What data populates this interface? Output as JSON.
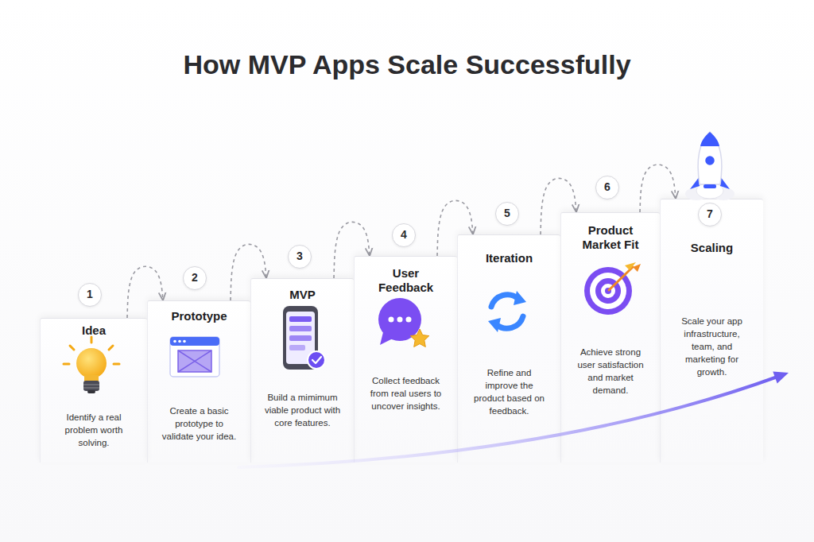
{
  "diagram": {
    "title": "How MVP Apps Scale Successfully",
    "nodes": [
      {
        "text": [
          "Idea",
          "Identify a real problem worth solving."
        ]
      },
      {
        "text": [
          "Prototype",
          "Create a basic prototype to validate your idea."
        ]
      },
      {
        "text": [
          "MVP",
          "Build a mimimum viable product with core features."
        ]
      },
      {
        "text": [
          "User Feedback",
          "Collect feedback from real users to uncover insights."
        ]
      },
      {
        "text": [
          "Iteration",
          "Refine and improve the product based on feedback."
        ]
      },
      {
        "text": [
          "Product Market Fit",
          "Achieve strong user satisfaction and market demand."
        ]
      },
      {
        "text": [
          "Scaling",
          "Scale your app infrastructure, team, and marketing for growth."
        ]
      }
    ],
    "edges": [
      {
        "from": 0,
        "to": 1,
        "arrow": "to"
      },
      {
        "from": 1,
        "to": 2,
        "arrow": "to"
      },
      {
        "from": 2,
        "to": 3,
        "arrow": "to"
      },
      {
        "from": 3,
        "to": 4,
        "arrow": "to"
      },
      {
        "from": 4,
        "to": 5,
        "arrow": "to"
      },
      {
        "from": 5,
        "to": 6,
        "arrow": "to"
      }
    ],
    "labels": [
      "1",
      "2",
      "3",
      "4",
      "5",
      "6",
      "7"
    ]
  }
}
